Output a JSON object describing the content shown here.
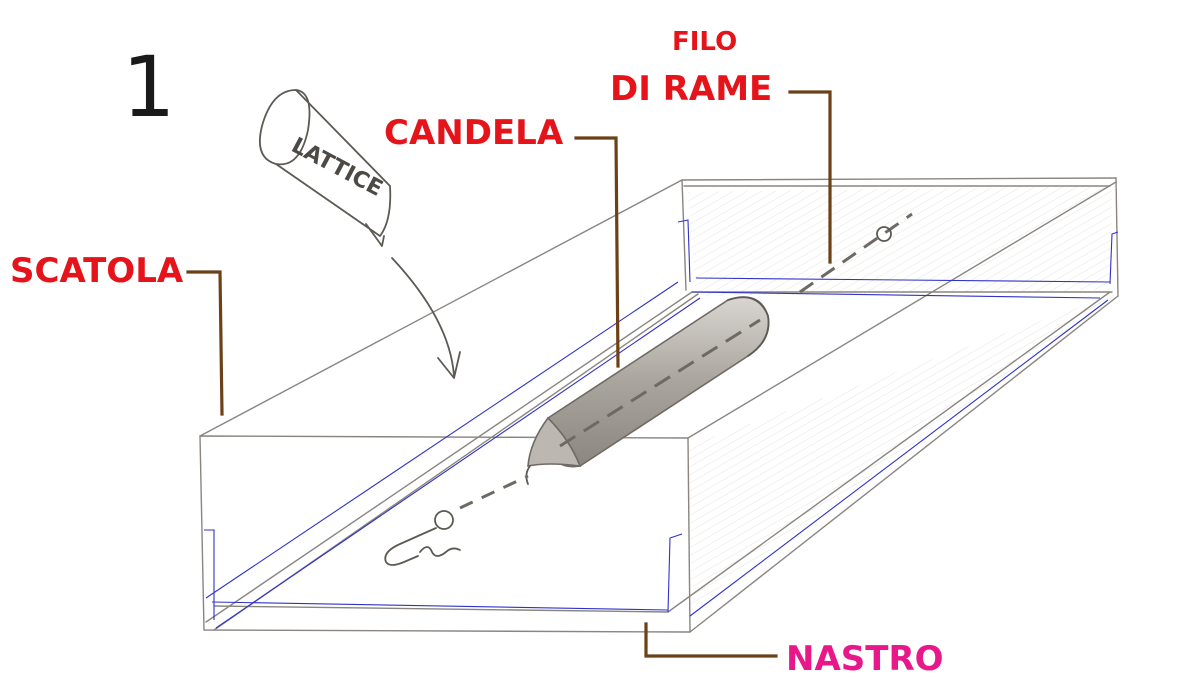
{
  "figure": {
    "step_number": "1",
    "labels": {
      "filo": "FILO",
      "di_rame": "DI RAME",
      "candela": "CANDELA",
      "scatola": "SCATOLA",
      "nastro": "NASTRO",
      "lattice": "LATTICE"
    },
    "colors": {
      "label_red": "#e5141b",
      "label_pink": "#e8178a",
      "leader_brown": "#6b4118",
      "tape_blue": "#2f33c8",
      "pencil_gray": "#8a8580"
    }
  }
}
